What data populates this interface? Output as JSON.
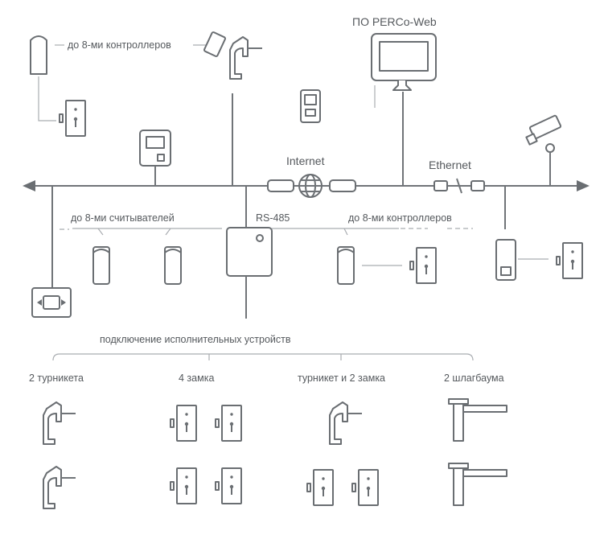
{
  "labels": {
    "software": "ПО PERCo-Web",
    "controllers_top": "до 8-ми контроллеров",
    "internet": "Internet",
    "ethernet": "Ethernet",
    "readers": "до 8-ми считывателей",
    "rs485": "RS-485",
    "controllers_mid": "до 8-ми контроллеров",
    "executive_devices": "подключение исполнительных устройств"
  },
  "groups": [
    {
      "label": "2 турникета",
      "icon": "turnstile-icon"
    },
    {
      "label": "4 замка",
      "icon": "lock-icon"
    },
    {
      "label": "турникет и 2 замка",
      "icon": "turnstile-and-lock-icon"
    },
    {
      "label": "2 шлагбаума",
      "icon": "barrier-icon"
    }
  ],
  "colors": {
    "line": "#707478",
    "text": "#55595d",
    "guide": "#a9adb1"
  }
}
